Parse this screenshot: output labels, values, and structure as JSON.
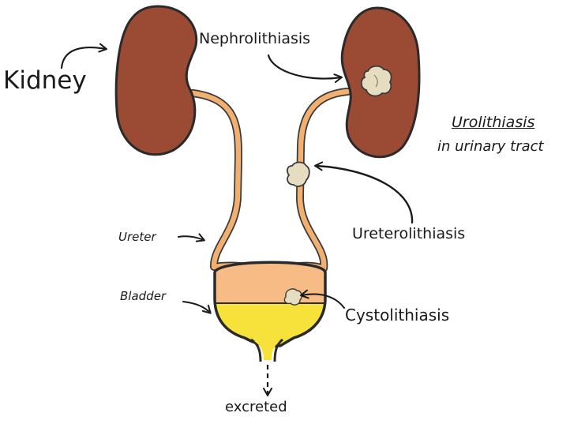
{
  "labels": {
    "kidney": "Kidney",
    "nephrolithiasis": "Nephrolithiasis",
    "urolithiasis": "Urolithiasis",
    "urolithiasis_sub": "in urinary tract",
    "ureterolithiasis": "Ureterolithiasis",
    "ureter": "Ureter",
    "bladder": "Bladder",
    "cystolithiasis": "Cystolithiasis",
    "excreted": "excreted"
  },
  "colors": {
    "kidney": "#9b4a34",
    "ureter": "#f2b070",
    "bladder_top": "#f7bc86",
    "urine": "#f6e23a",
    "stone": "#e6dcc0",
    "outline": "#2a2a2a"
  }
}
